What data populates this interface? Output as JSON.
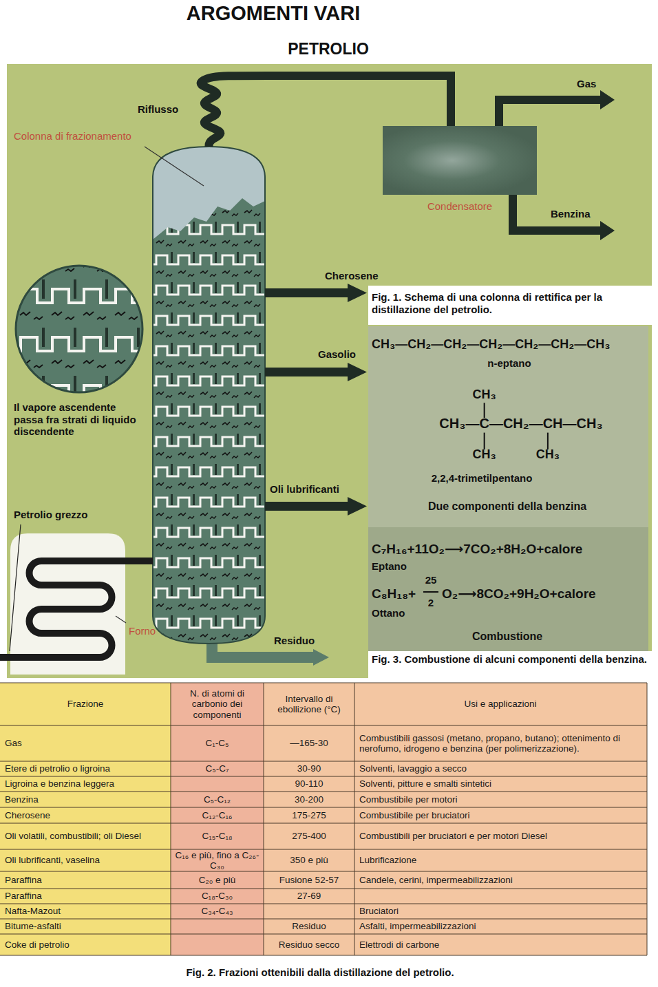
{
  "diagram": {
    "title": "ARGOMENTI VARI",
    "caption": "Fig. 2. Frazioni ottenibili dalla distillazione del petrolio.",
    "nodes": [
      {
        "text": [
          "Colonna di frazionamento"
        ]
      },
      {
        "text": [
          "Condensatore"
        ]
      },
      {
        "text": [
          "Forno"
        ]
      }
    ],
    "edges": [
      {
        "from": 2,
        "to": 0,
        "arrow": "none"
      },
      {
        "from": 0,
        "to": 1,
        "arrow": "none"
      }
    ],
    "labels": [
      "PETROLIO",
      "Riflusso",
      "Gas",
      "Benzina",
      "Cherosene",
      "Fig. 1. Schema di una colonna di rettifica per la distillazione del petrolio.",
      "Il vapore ascendente passa fra strati di liquido discendente",
      "Gasolio",
      "CH₃—CH₂—CH₂—CH₂—CH₂—CH₂—CH₃",
      "n-eptano",
      "CH₃",
      "CH₃—C—CH₂—CH—CH₃",
      "CH₃",
      "CH₃",
      "2,2,4-trimetilpentano",
      "Due componenti della benzina",
      "Oli lubrificanti",
      "Petrolio grezzo",
      "C₇H₁₆+11O₂⟶7CO₂+8H₂O+calore",
      "Eptano",
      "C₈H₁₈+",
      "25",
      "2",
      "O₂⟶8CO₂+9H₂O+calore",
      "Ottano",
      "Residuo",
      "Combustione",
      "Fig. 3. Combustione di alcuni componenti della benzina.",
      "Frazione",
      "N. di atomi di carbonio dei componenti",
      "Intervallo di ebollizione (°C)",
      "Usi e applicazioni",
      "Gas",
      "C₁-C₅",
      "—165-30",
      "Combustibili gassosi (metano, propano, butano); ottenimento di nerofumo, idrogeno e benzina (per polimerizzazione).",
      "Etere di petrolio o ligroina",
      "C₅-C₇",
      "30-90",
      "Solventi, lavaggio a secco",
      "Ligroina e benzina leggera",
      "90-110",
      "Solventi, pitture e smalti sintetici",
      "Benzina",
      "C₅-C₁₂",
      "30-200",
      "Combustibile per motori",
      "Cherosene",
      "C₁₂-C₁₆",
      "175-275",
      "Combustibile per bruciatori",
      "Oli volatili, combustibili; oli Diesel",
      "C₁₅-C₁₈",
      "275-400",
      "Combustibili per bruciatori e per motori Diesel",
      "Oli lubrificanti, vaselina",
      "C₁₆ e più, fino a C₂₆-C₃₀",
      "350 e più",
      "Lubrificazione",
      "Paraffina",
      "C₂₀ e più",
      "Fusione 52-57",
      "Candele, cerini, impermeabilizzazioni",
      "Paraffina",
      "C₁₈-C₃₀",
      "27-69",
      "Nafta-Mazout",
      "C₃₄-C₄₃",
      "Bruciatori",
      "Bitume-asfalti",
      "Residuo",
      "Asfalti, impermeabilizzazioni",
      "Coke di petrolio",
      "Residuo secco",
      "Elettrodi di carbone"
    ]
  }
}
